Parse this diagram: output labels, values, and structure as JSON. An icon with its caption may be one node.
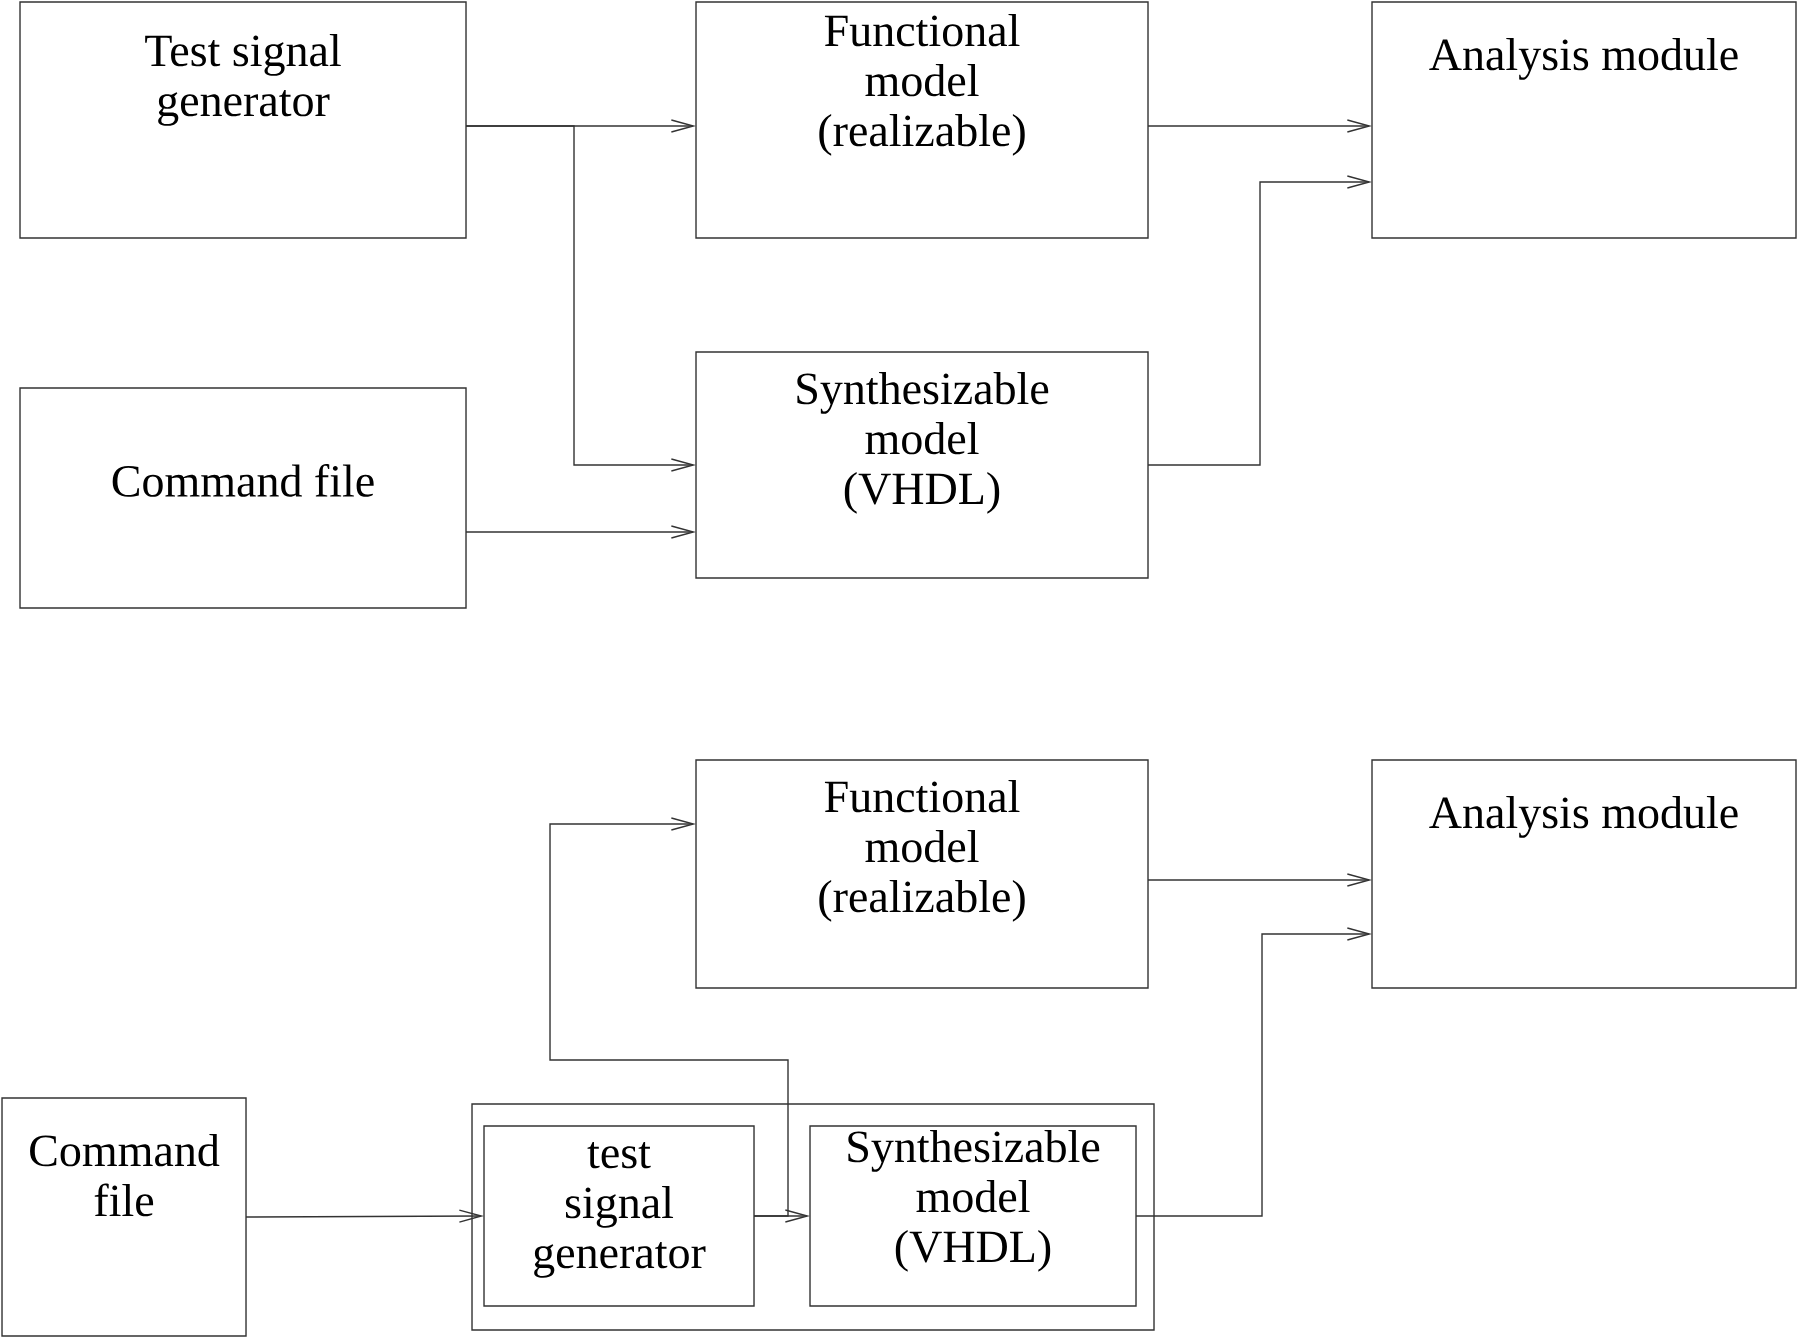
{
  "diagram": {
    "nodes": [
      {
        "text": [
          "Test signal generator"
        ]
      },
      {
        "text": [
          "Functional model (realizable)"
        ]
      },
      {
        "text": [
          "Analysis module"
        ]
      },
      {
        "text": [
          "Command file"
        ]
      },
      {
        "text": [
          "Synthesizable model (VHDL)"
        ]
      },
      {
        "text": [
          "Functional model (realizable)"
        ]
      },
      {
        "text": [
          "Analysis module"
        ]
      },
      {
        "text": [
          "Command file"
        ]
      },
      {
        "text": [],
        "shape": "box"
      },
      {
        "text": [
          "test signal generator"
        ],
        "in": 8
      },
      {
        "text": [
          "Synthesizable model (VHDL)"
        ],
        "in": 8
      }
    ],
    "edges": [
      {
        "from": 0,
        "to": 1,
        "arrow": "to"
      },
      {
        "from": 0,
        "to": 4,
        "arrow": "to"
      },
      {
        "from": 1,
        "to": 2,
        "arrow": "to"
      },
      {
        "from": 4,
        "to": 2,
        "arrow": "to"
      },
      {
        "from": 3,
        "to": 4,
        "arrow": "to"
      },
      {
        "from": 5,
        "to": 6,
        "arrow": "to"
      },
      {
        "from": 10,
        "to": 6,
        "arrow": "to"
      },
      {
        "from": 7,
        "to": 9,
        "arrow": "to"
      },
      {
        "from": 9,
        "to": 10,
        "arrow": "to"
      },
      {
        "from": 9,
        "to": 5,
        "arrow": "to"
      }
    ]
  }
}
